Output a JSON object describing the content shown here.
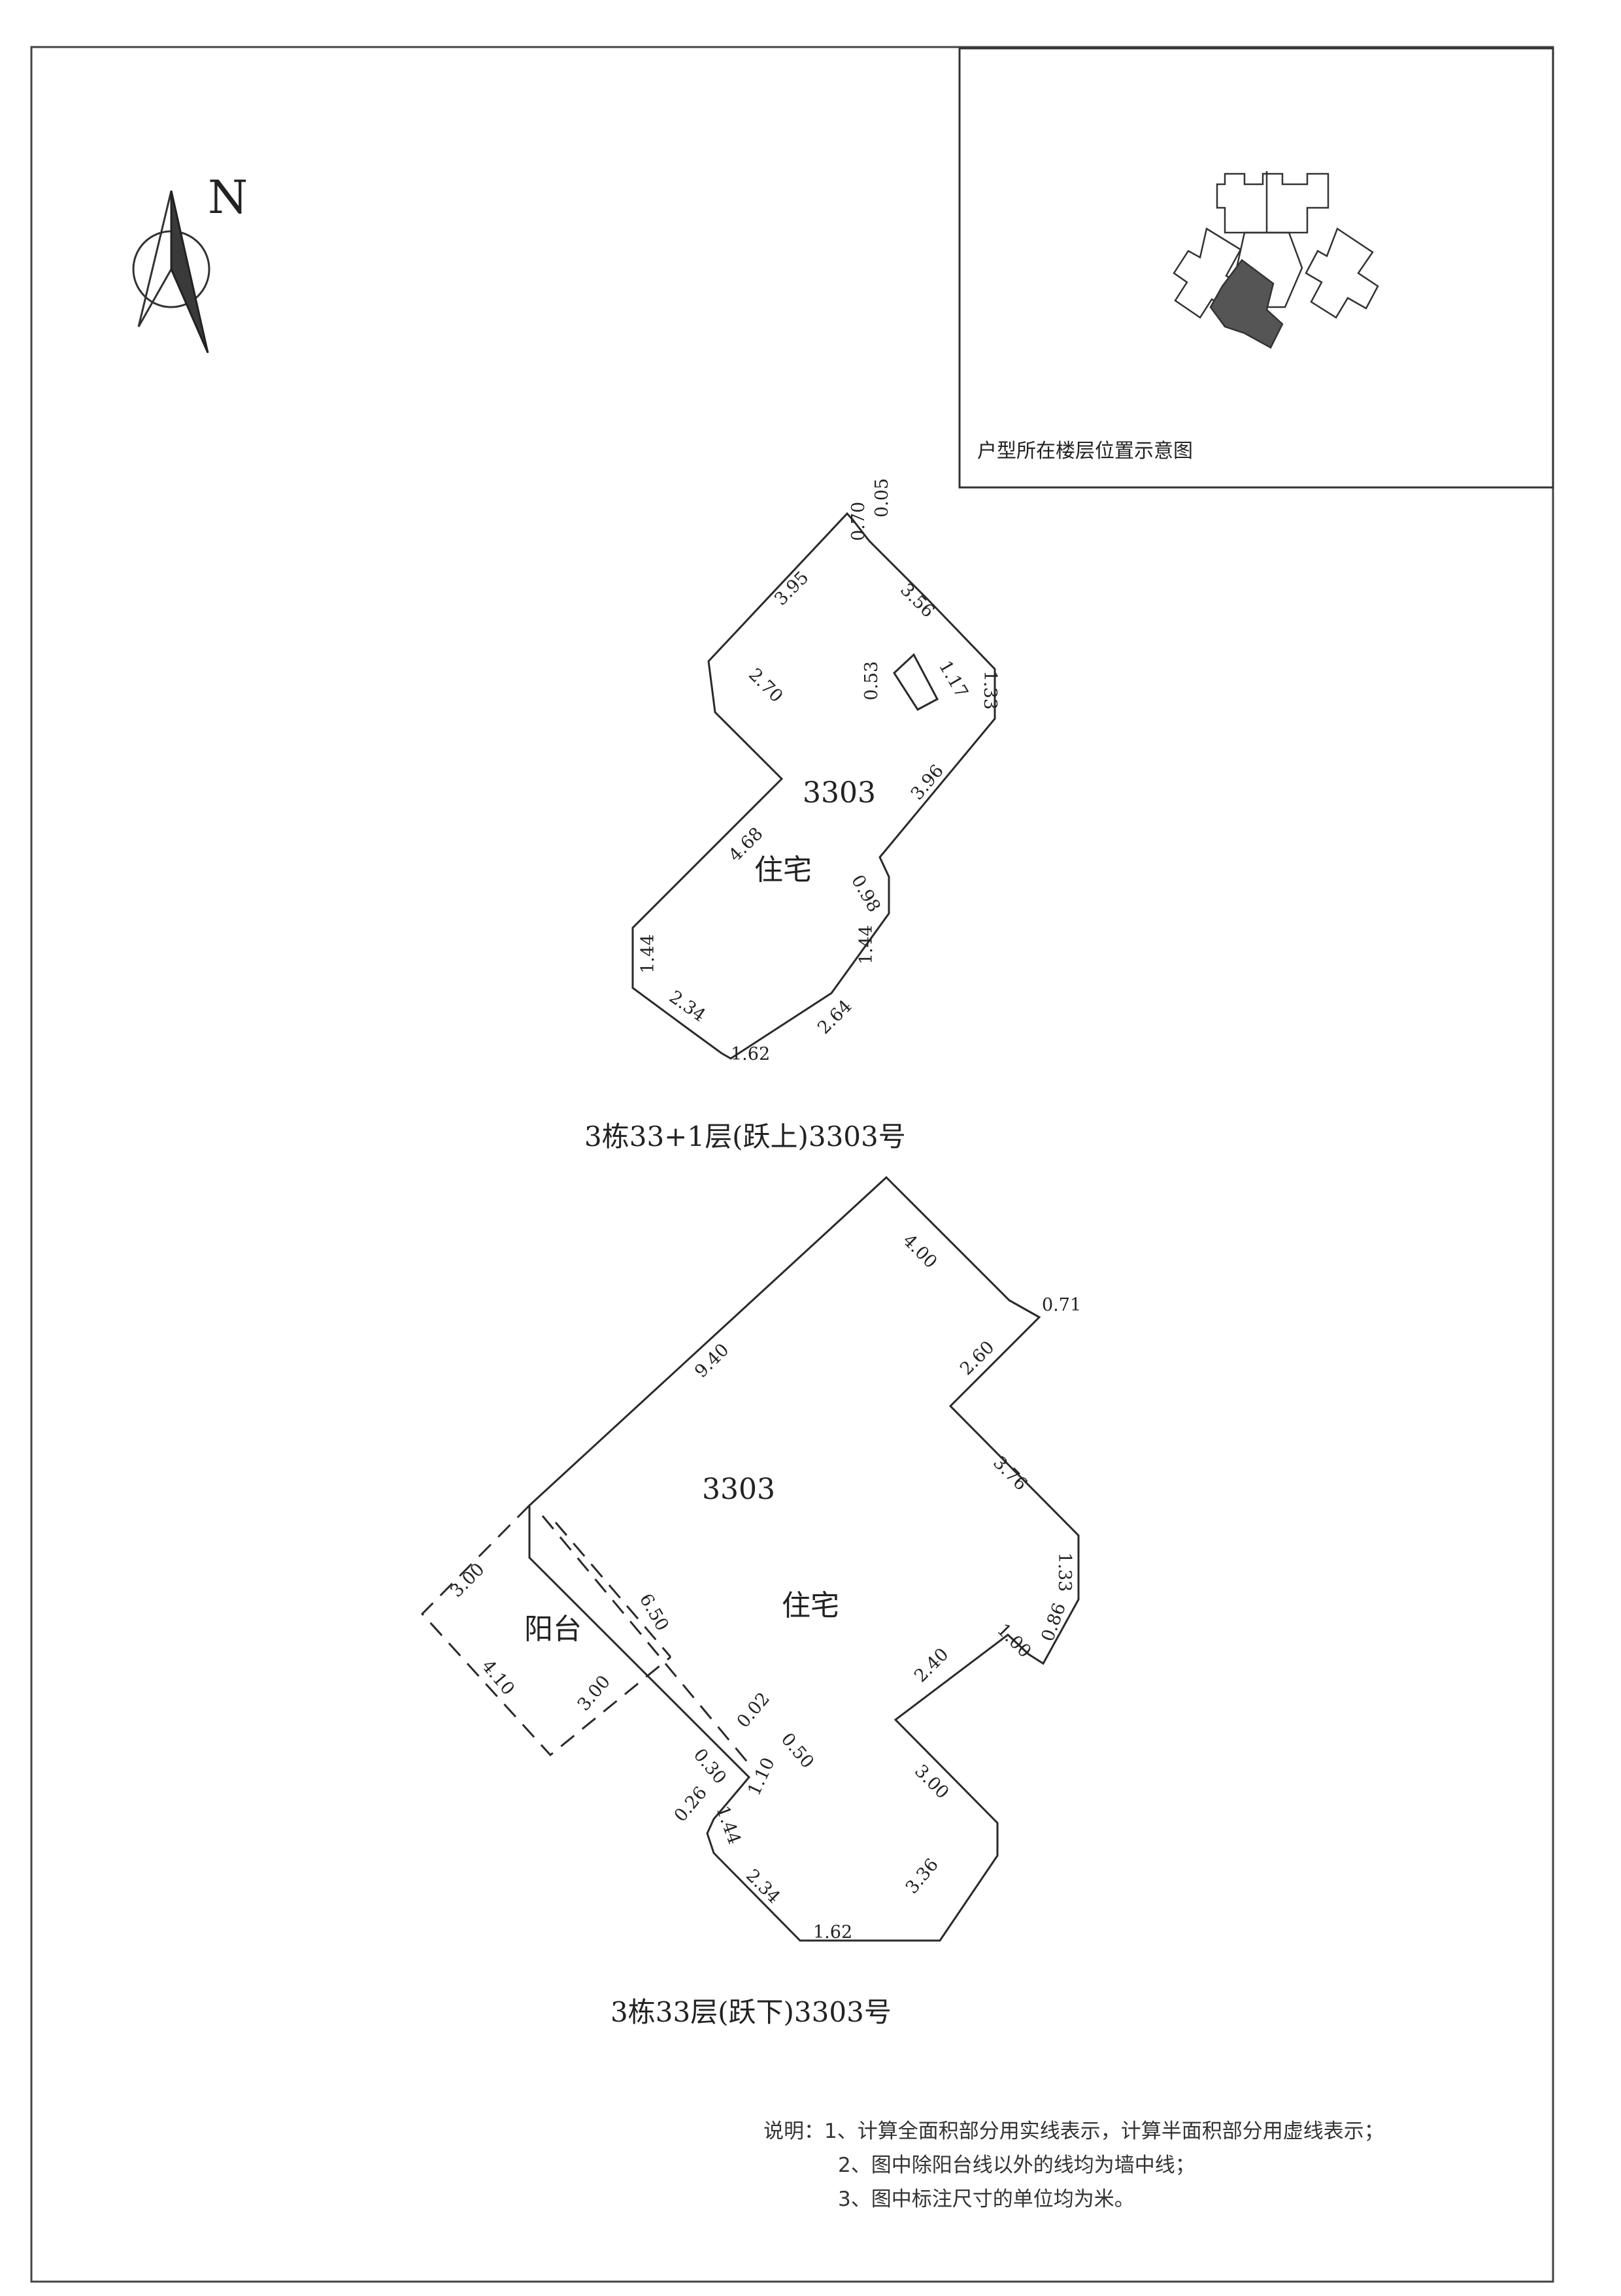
{
  "compass": {
    "label": "N"
  },
  "inset": {
    "caption": "户型所在楼层位置示意图"
  },
  "upper_plan": {
    "unit": "3303",
    "use": "住宅",
    "caption": "3栋33+1层(跃上)3303号",
    "dims": [
      "0.05",
      "0.70",
      "3.56",
      "3.95",
      "2.70",
      "0.53",
      "1.17",
      "1.33",
      "3.96",
      "4.68",
      "0.98",
      "1.44",
      "1.44",
      "2.34",
      "1.62",
      "2.64"
    ]
  },
  "lower_plan": {
    "unit": "3303",
    "use": "住宅",
    "balcony": "阳台",
    "caption": "3栋33层(跃下)3303号",
    "dims": [
      "4.00",
      "0.71",
      "9.40",
      "2.60",
      "3.76",
      "1.33",
      "0.86",
      "1.00",
      "2.40",
      "3.00",
      "6.50",
      "4.10",
      "3.00",
      "0.02",
      "0.50",
      "0.30",
      "1.10",
      "0.26",
      "1.44",
      "3.00",
      "3.36",
      "2.34",
      "1.62"
    ]
  },
  "notes": [
    "说明：1、计算全面积部分用实线表示，计算半面积部分用虚线表示；",
    "2、图中除阳台线以外的线均为墙中线；",
    "3、图中标注尺寸的单位均为米。"
  ]
}
